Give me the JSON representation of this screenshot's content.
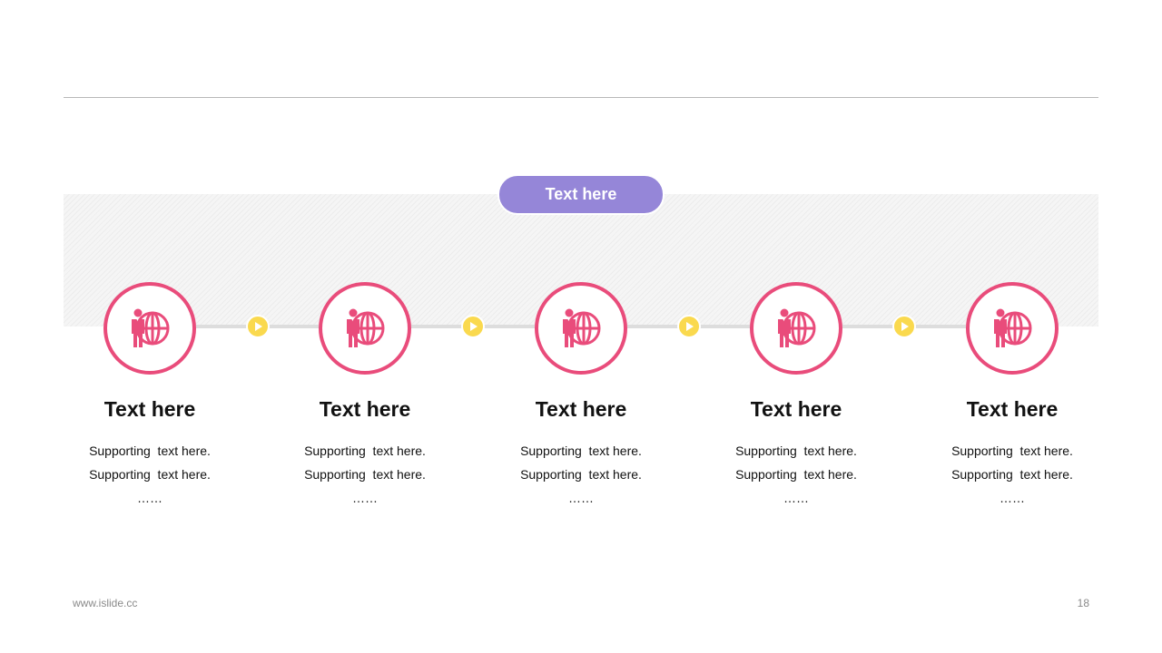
{
  "colors": {
    "accent_pink": "#e94c7b",
    "accent_purple": "#9586d8",
    "accent_yellow": "#fad94e"
  },
  "header_pill": {
    "label": "Text here"
  },
  "steps": [
    {
      "icon": "businessman-globe-icon",
      "title": "Text here",
      "line1": "Supporting  text here.",
      "line2": "Supporting  text here.",
      "line3": "……"
    },
    {
      "icon": "businessman-globe-icon",
      "title": "Text here",
      "line1": "Supporting  text here.",
      "line2": "Supporting  text here.",
      "line3": "……"
    },
    {
      "icon": "businessman-globe-icon",
      "title": "Text here",
      "line1": "Supporting  text here.",
      "line2": "Supporting  text here.",
      "line3": "……"
    },
    {
      "icon": "businessman-globe-icon",
      "title": "Text here",
      "line1": "Supporting  text here.",
      "line2": "Supporting  text here.",
      "line3": "……"
    },
    {
      "icon": "businessman-globe-icon",
      "title": "Text here",
      "line1": "Supporting  text here.",
      "line2": "Supporting  text here.",
      "line3": "……"
    }
  ],
  "arrow_icon": "play-arrow-icon",
  "footer": {
    "url": "www.islide.cc",
    "page": "18"
  }
}
